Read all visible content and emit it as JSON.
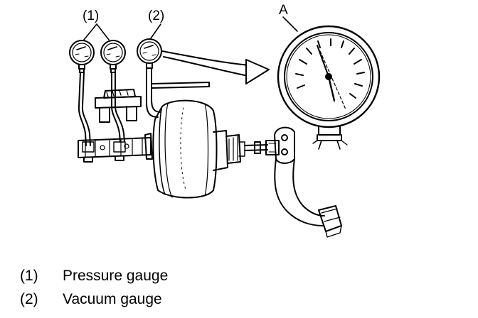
{
  "callouts": {
    "gauge_1": "(1)",
    "gauge_2": "(2)",
    "detail": "A"
  },
  "legend": [
    {
      "key": "(1)",
      "text": "Pressure gauge"
    },
    {
      "key": "(2)",
      "text": "Vacuum gauge"
    }
  ],
  "colors": {
    "line": "#000000",
    "background": "#ffffff"
  }
}
